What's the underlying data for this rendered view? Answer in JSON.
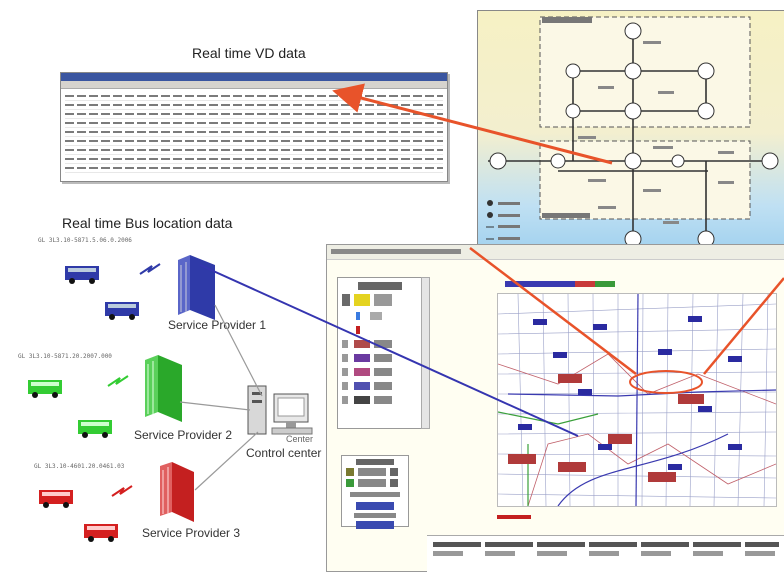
{
  "captions": {
    "vd_title": "Real time VD data",
    "bus_title": "Real time Bus location data"
  },
  "providers": [
    {
      "label": "Service Provider 1",
      "color": "#2f3aa8",
      "data": "GL 3L3.10-5871.5.06.0.2006"
    },
    {
      "label": "Service Provider 2",
      "color": "#33cc33",
      "data": "GL 3L3.10-5871.20.2007.000"
    },
    {
      "label": "Service Provider 3",
      "color": "#d42020",
      "data": "GL 3L3.10-4601.20.0461.03"
    }
  ],
  "control_center": {
    "line1": "Center",
    "line2": "Control center"
  },
  "colors": {
    "vd_arrow": "#e8532a",
    "bus_arrow": "#3535b0",
    "map_bg": "#fffef2",
    "diagram_bg": "#f6f1c4"
  }
}
